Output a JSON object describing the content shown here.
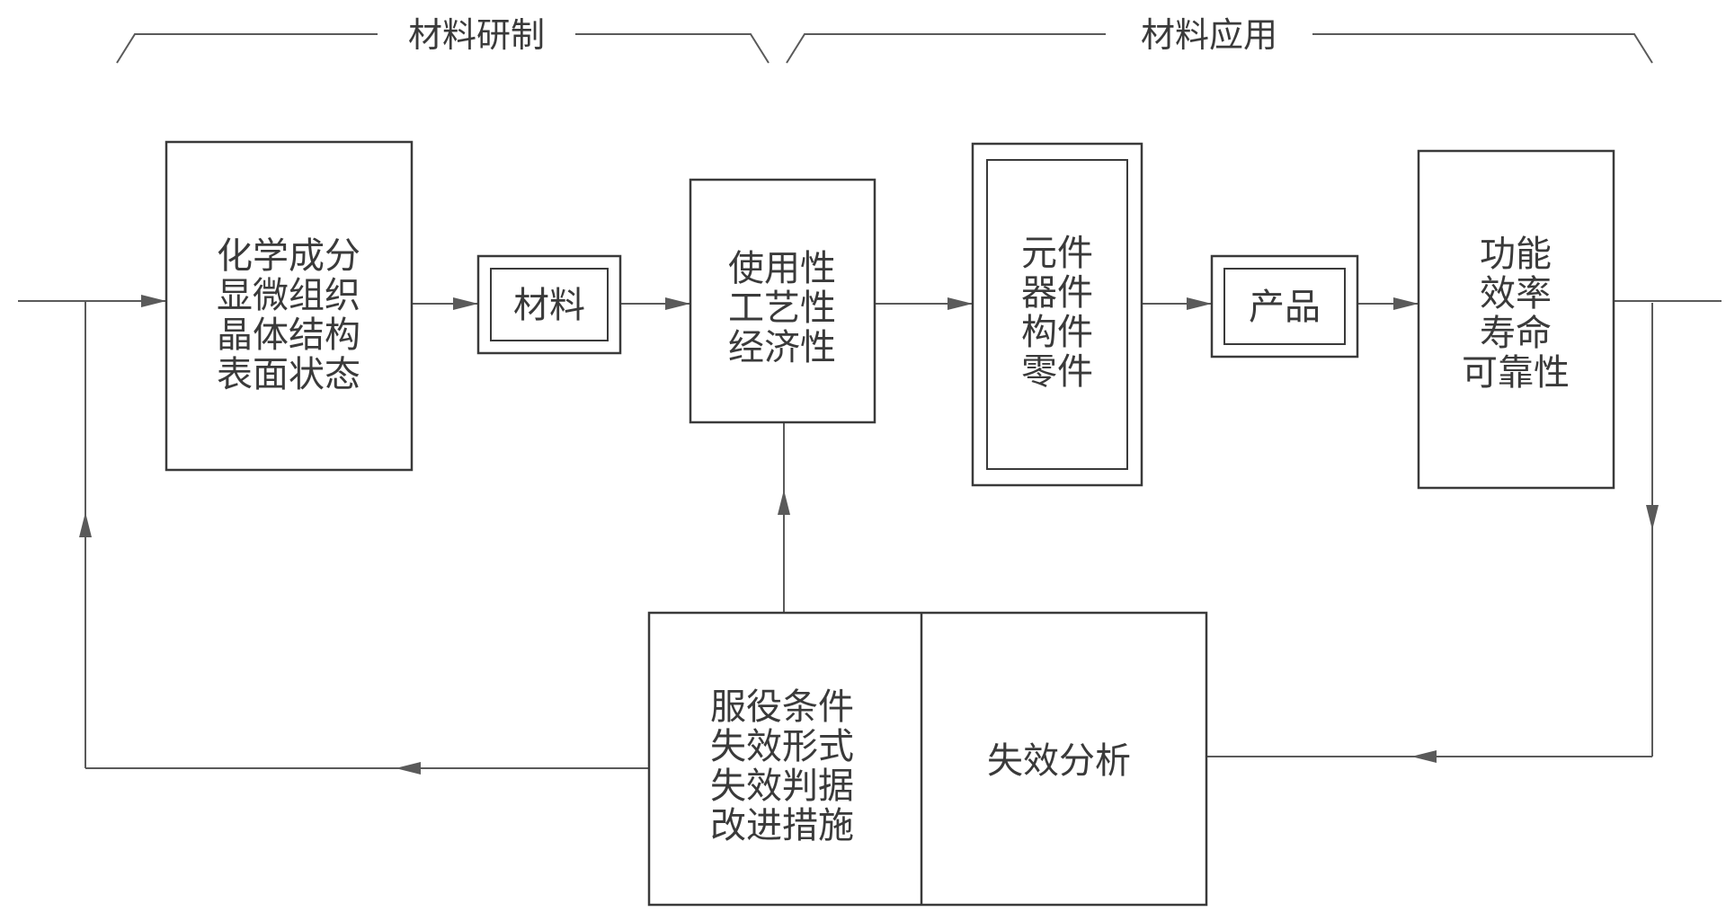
{
  "headers": {
    "research": "材料研制",
    "application": "材料应用"
  },
  "nodes": {
    "composition": [
      "化学成分",
      "显微组织",
      "晶体结构",
      "表面状态"
    ],
    "material": "材料",
    "properties": [
      "使用性",
      "工艺性",
      "经济性"
    ],
    "components": [
      "元件",
      "器件",
      "构件",
      "零件"
    ],
    "product": "产品",
    "performance": [
      "功能",
      "效率",
      "寿命",
      "可靠性"
    ],
    "service": [
      "服役条件",
      "失效形式",
      "失效判据",
      "改进措施"
    ],
    "failure_analysis": "失效分析"
  }
}
